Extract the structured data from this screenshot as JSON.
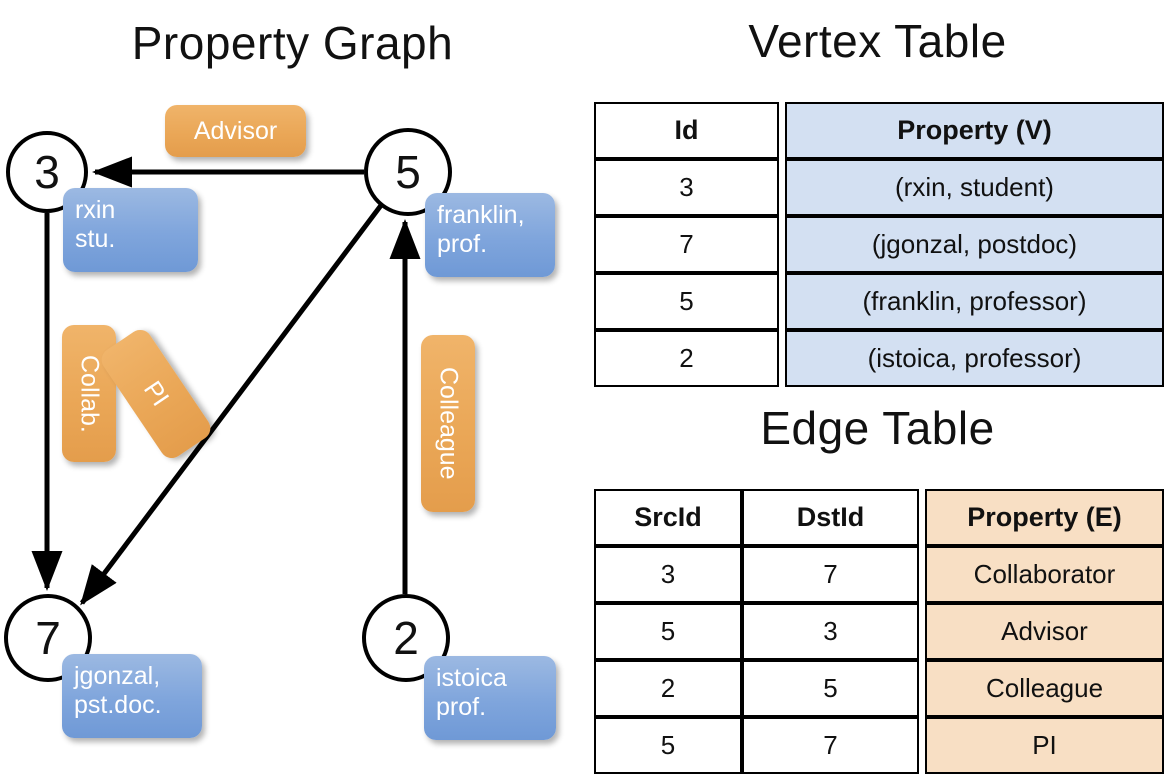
{
  "graph": {
    "title": "Property Graph",
    "nodes": [
      {
        "id": "3",
        "property": "rxin\nstu."
      },
      {
        "id": "5",
        "property": "franklin,\nprof."
      },
      {
        "id": "7",
        "property": "jgonzal,\npst.doc."
      },
      {
        "id": "2",
        "property": "istoica\nprof."
      }
    ],
    "node_labels": {
      "n3": "3",
      "n5": "5",
      "n7": "7",
      "n2": "2"
    },
    "node_props": {
      "rxin_line1": "rxin",
      "rxin_line2": "stu.",
      "franklin_line1": "franklin,",
      "franklin_line2": "prof.",
      "jgonzal_line1": "jgonzal,",
      "jgonzal_line2": "pst.doc.",
      "istoica_line1": "istoica",
      "istoica_line2": "prof."
    },
    "edge_labels": {
      "advisor": "Advisor",
      "collab": "Collab.",
      "pi": "PI",
      "colleague": "Colleague"
    },
    "edges": [
      {
        "src": "5",
        "dst": "3",
        "label": "Advisor"
      },
      {
        "src": "3",
        "dst": "7",
        "label": "Collab."
      },
      {
        "src": "5",
        "dst": "7",
        "label": "PI"
      },
      {
        "src": "2",
        "dst": "5",
        "label": "Colleague"
      }
    ]
  },
  "vertex_table": {
    "title": "Vertex Table",
    "headers": [
      "Id",
      "Property (V)"
    ],
    "rows": [
      [
        "3",
        "(rxin, student)"
      ],
      [
        "7",
        "(jgonzal, postdoc)"
      ],
      [
        "5",
        "(franklin, professor)"
      ],
      [
        "2",
        "(istoica, professor)"
      ]
    ]
  },
  "edge_table": {
    "title": "Edge Table",
    "headers": [
      "SrcId",
      "DstId",
      "Property (E)"
    ],
    "rows": [
      [
        "3",
        "7",
        "Collaborator"
      ],
      [
        "5",
        "3",
        "Advisor"
      ],
      [
        "2",
        "5",
        "Colleague"
      ],
      [
        "5",
        "7",
        "PI"
      ]
    ]
  },
  "colors": {
    "vertex_property_fill": "#d3e0f2",
    "edge_property_fill": "#f8dfc4",
    "node_property_box": "#7fa5dc",
    "edge_label_box": "#eaa757",
    "stroke": "#000000",
    "background": "#ffffff"
  }
}
